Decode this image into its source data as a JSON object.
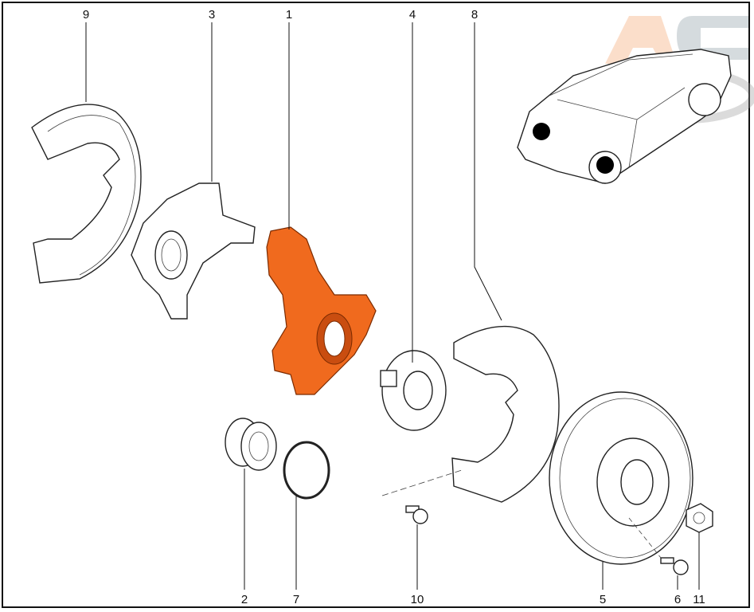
{
  "watermark": "AC",
  "callouts": {
    "c9": "9",
    "c3": "3",
    "c1": "1",
    "c4": "4",
    "c8": "8",
    "c2": "2",
    "c7": "7",
    "c10": "10",
    "c5": "5",
    "c6": "6",
    "c11": "11"
  },
  "colors": {
    "highlight": "#f06a1e",
    "line": "#111111"
  }
}
